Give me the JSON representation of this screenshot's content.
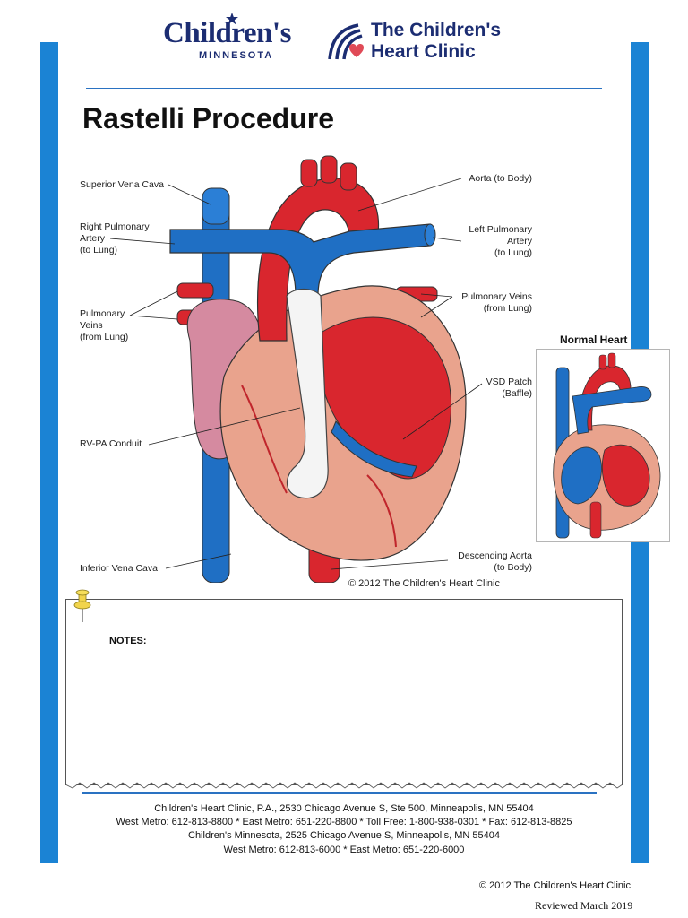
{
  "header": {
    "logo_childrens": "Children's",
    "logo_minnesota": "MINNESOTA",
    "logo_chc_line1": "The Children's",
    "logo_chc_line2": "Heart Clinic"
  },
  "title": "Rastelli Procedure",
  "labels": {
    "svc": "Superior Vena Cava",
    "rpa": "Right Pulmonary\nArtery\n(to Lung)",
    "pv_left": "Pulmonary\nVeins\n(from Lung)",
    "rvpa": "RV-PA Conduit",
    "ivc": "Inferior Vena Cava",
    "aorta": "Aorta (to Body)",
    "lpa": "Left Pulmonary\nArtery\n(to Lung)",
    "pv_right": "Pulmonary Veins\n(from Lung)",
    "vsd": "VSD Patch\n(Baffle)",
    "desc_aorta": "Descending Aorta\n(to Body)"
  },
  "illustration_copyright": "© 2012 The Children's Heart Clinic",
  "normal_heart_title": "Normal Heart",
  "notes_label": "NOTES:",
  "footer": {
    "line1": "Children's Heart Clinic, P.A., 2530 Chicago Avenue S, Ste 500, Minneapolis, MN  55404",
    "line2": "West Metro: 612-813-8800 *  East Metro: 651-220-8800 * Toll Free: 1-800-938-0301 * Fax: 612-813-8825",
    "line3": "Children's Minnesota, 2525 Chicago Avenue S, Minneapolis, MN 55404",
    "line4": "West Metro: 612-813-6000 * East Metro: 651-220-6000"
  },
  "bottom_copyright": "© 2012 The Children's Heart Clinic",
  "reviewed": "Reviewed March 2019",
  "colors": {
    "brand_navy": "#1c2d72",
    "side_bar_blue": "#1b83d4",
    "artery_red": "#d9262e",
    "vein_blue": "#1f6fc4",
    "heart_pink": "#e9a38d"
  }
}
